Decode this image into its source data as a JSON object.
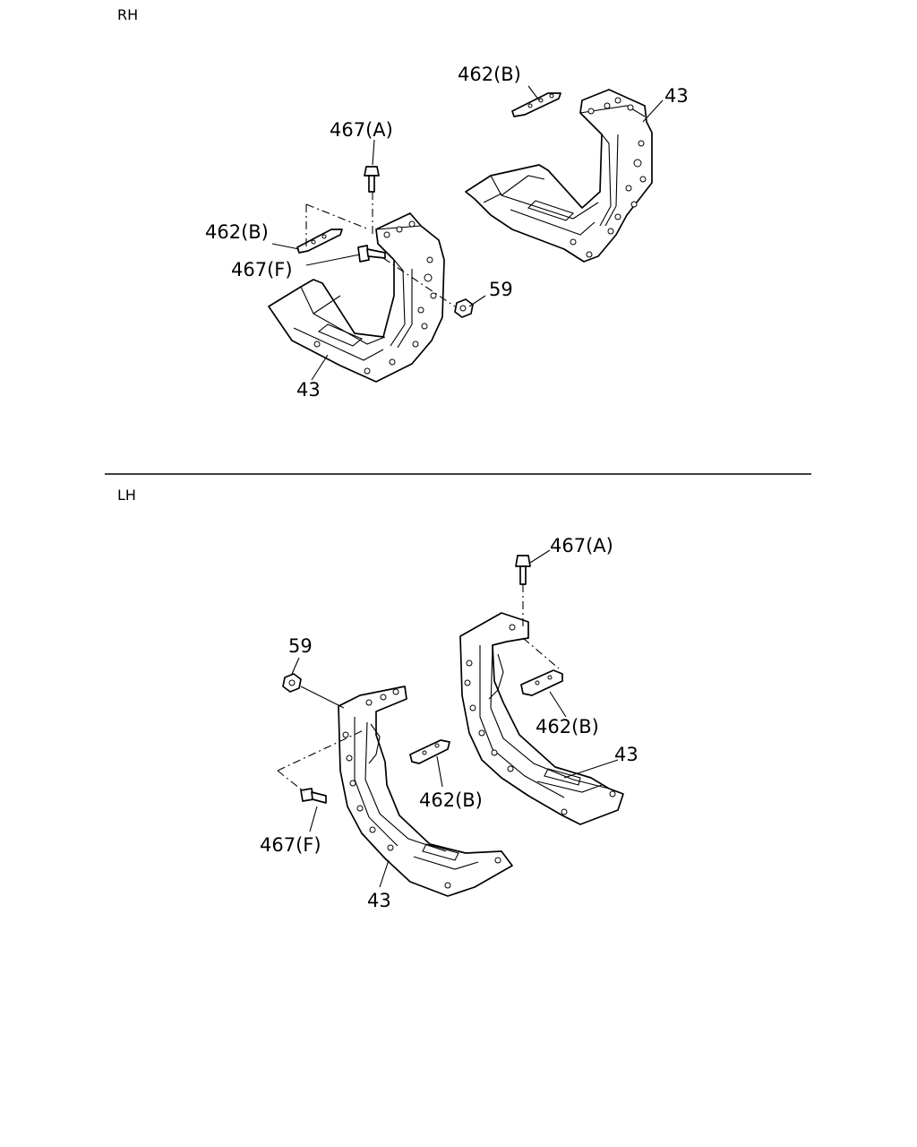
{
  "sections": {
    "rh": {
      "title": "RH",
      "labels": {
        "bolt_a": "467(A)",
        "bracket_b_top": "462(B)",
        "bracket_b_left": "462(B)",
        "bolt_f": "467(F)",
        "nut": "59",
        "frame_right": "43",
        "frame_bottom": "43"
      }
    },
    "lh": {
      "title": "LH",
      "labels": {
        "bolt_a": "467(A)",
        "nut": "59",
        "bracket_b_right": "462(B)",
        "frame_right": "43",
        "bracket_b_center": "462(B)",
        "bolt_f": "467(F)",
        "frame_bottom": "43"
      }
    }
  }
}
